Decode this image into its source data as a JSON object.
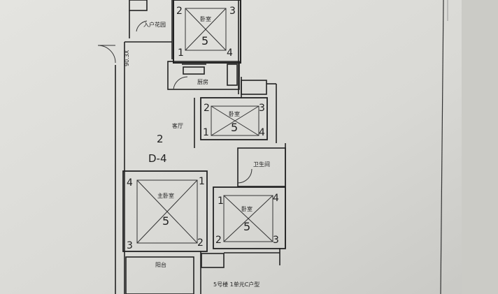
{
  "plan": {
    "unit_code": "D-4",
    "number_2": "2",
    "building_note": "5号楼 1单元C户型",
    "rooms": {
      "top_bedroom": {
        "label": "卧室",
        "center": "5",
        "corners": [
          "2",
          "3",
          "1",
          "4"
        ]
      },
      "mid_bedroom": {
        "label": "卧室",
        "center": "5",
        "corners": [
          "2",
          "3",
          "1",
          "4"
        ]
      },
      "master_bedroom": {
        "label": "主卧室",
        "center": "5",
        "corners": [
          "4",
          "1",
          "3",
          "2"
        ]
      },
      "right_bedroom": {
        "label": "卧室",
        "center": "5",
        "corners": [
          "1",
          "4",
          "2",
          "3"
        ]
      },
      "top_small": {
        "label": "入户花园"
      },
      "kitchen": {
        "label": "厨房"
      },
      "living": {
        "label": "客厅"
      },
      "bath": {
        "label": "卫生间"
      },
      "balcony": {
        "label": "阳台"
      },
      "vertical_note": "90.3X"
    }
  }
}
